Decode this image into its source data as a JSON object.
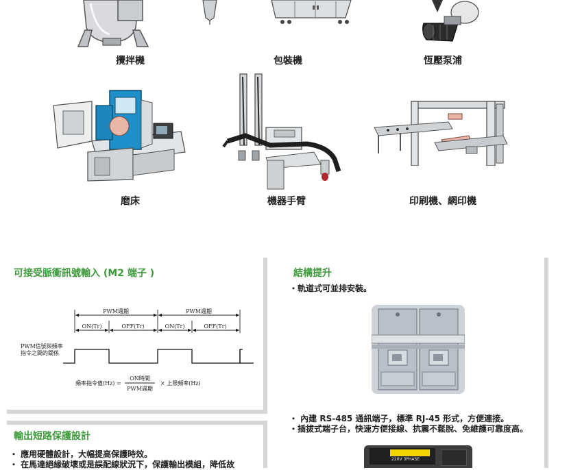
{
  "products": [
    {
      "label": "攪拌機"
    },
    {
      "label": "包裝機"
    },
    {
      "label": "恆壓泵浦"
    },
    {
      "label": "磨床"
    },
    {
      "label": "機器手臂"
    },
    {
      "label": "印刷機、網印機"
    }
  ],
  "pwm_panel": {
    "title": "可接受脈衝訊號輸入 (M2 端子 )",
    "period_label_1": "PWM週期",
    "period_label_2": "PWM週期",
    "on_label_1": "ON(Tr)",
    "off_label_1": "OFF(Tr)",
    "on_label_2": "ON(Tr)",
    "off_label_2": "OFF(Tr)",
    "signal_label_line1": "PWM信號與頻率",
    "signal_label_line2": "指令之間的關係",
    "formula_lhs": "頻率指令值(Hz) =",
    "formula_numerator": "ON時間",
    "formula_denominator": "PWM週期",
    "formula_rhs": "× 上限頻率(Hz)"
  },
  "structure_panel": {
    "title": "結構提升",
    "bullet1": "・軌道式可並排安裝。",
    "bullet2": "・ 內建 RS-485 通訊端子，標準 RJ-45 形式，方便連接。",
    "bullet3": "・插拔式端子台，快速方便接線、抗震不鬆脫、免維護可靠度高。",
    "device_label_1": "220V 3PHASE"
  },
  "protection_panel": {
    "title": "輸出短路保護設計",
    "bullet1": "・ 應用硬體設計，大幅提高保護時效。",
    "bullet2": "・ 在馬達絕緣破壞或是誤配線狀況下，保護輸出模組，降低故"
  }
}
